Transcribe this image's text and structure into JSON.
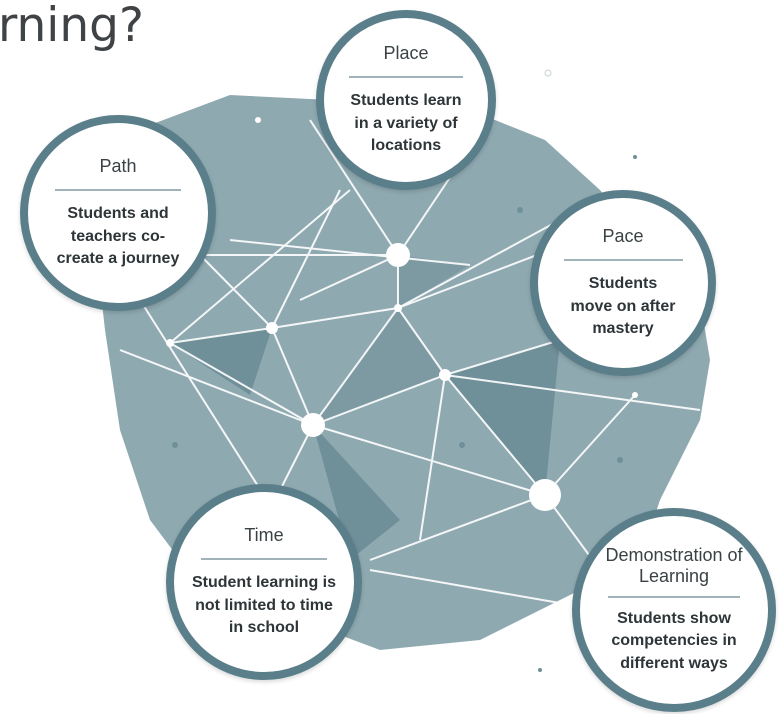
{
  "heading": "rning?",
  "colors": {
    "ring": "#5a7f8a",
    "map": "#8fa9b1",
    "map_dark": "#6f8f99",
    "lines": "#ffffff"
  },
  "nodes": {
    "place": {
      "title": "Place",
      "description": "Students learn in a variety of locations"
    },
    "path": {
      "title": "Path",
      "description": "Students and teachers co-create a journey"
    },
    "pace": {
      "title": "Pace",
      "description": "Students move on after mastery"
    },
    "time": {
      "title": "Time",
      "description": "Student learning is not limited to time in school"
    },
    "demonstration": {
      "title": "Demonstration of Learning",
      "description": "Students show competencies in different ways"
    }
  }
}
